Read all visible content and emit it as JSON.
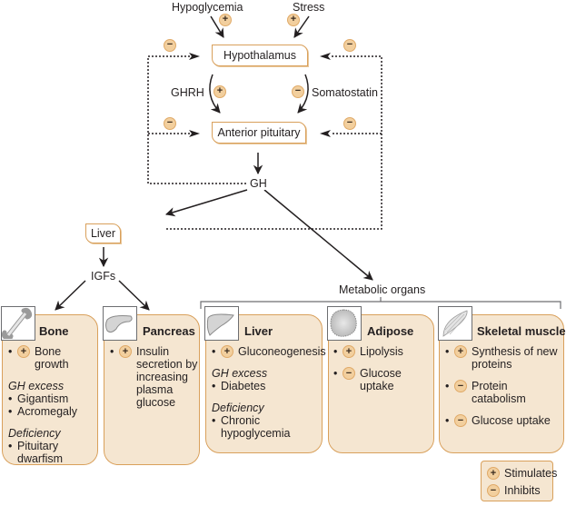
{
  "colors": {
    "accent_border": "#d9a05b",
    "box_fill": "#f5e6d1",
    "sign_fill": "#f2cf9e",
    "line": "#231f20"
  },
  "top": {
    "hypoglycemia": "Hypoglycemia",
    "stress": "Stress",
    "hypothalamus": "Hypothalamus",
    "anterior_pituitary": "Anterior pituitary",
    "ghrh": "GHRH",
    "somatostatin": "Somatostatin",
    "gh": "GH",
    "liver": "Liver",
    "igfs": "IGFs",
    "metabolic_organs": "Metabolic organs"
  },
  "signs": {
    "plus": "+",
    "minus": "−"
  },
  "organs": {
    "bone": {
      "title": "Bone",
      "icon": "bone-icon",
      "effects": [
        {
          "sign": "+",
          "text": "Bone growth"
        }
      ],
      "excess_header": "GH excess",
      "excess": [
        "Gigantism",
        "Acromegaly"
      ],
      "deficiency_header": "Deficiency",
      "deficiency": [
        "Pituitary dwarfism"
      ]
    },
    "pancreas": {
      "title": "Pancreas",
      "icon": "pancreas-icon",
      "effects": [
        {
          "sign": "+",
          "text": "Insulin secretion by increasing plasma glucose"
        }
      ]
    },
    "liver": {
      "title": "Liver",
      "icon": "liver-icon",
      "effects": [
        {
          "sign": "+",
          "text": "Gluconeogenesis"
        }
      ],
      "excess_header": "GH excess",
      "excess": [
        "Diabetes"
      ],
      "deficiency_header": "Deficiency",
      "deficiency": [
        "Chronic hypoglycemia"
      ]
    },
    "adipose": {
      "title": "Adipose",
      "icon": "adipose-cell-icon",
      "effects": [
        {
          "sign": "+",
          "text": "Lipolysis"
        },
        {
          "sign": "−",
          "text": "Glucose uptake"
        }
      ]
    },
    "muscle": {
      "title": "Skeletal muscle",
      "icon": "muscle-icon",
      "effects": [
        {
          "sign": "+",
          "text": "Synthesis of new proteins"
        },
        {
          "sign": "−",
          "text": "Protein catabolism"
        },
        {
          "sign": "−",
          "text": "Glucose uptake"
        }
      ]
    }
  },
  "legend": {
    "stimulates": "Stimulates",
    "inhibits": "Inhibits"
  }
}
